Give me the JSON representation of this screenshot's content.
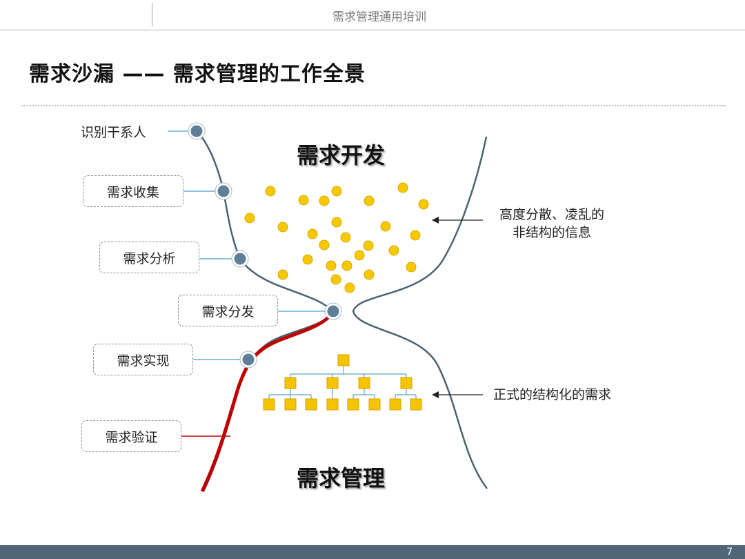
{
  "header": {
    "title": "需求管理通用培训"
  },
  "slide": {
    "title": "需求沙漏 —— 需求管理的工作全景",
    "page_number": "7"
  },
  "diagram": {
    "top_label": "需求开发",
    "bottom_label": "需求管理",
    "stages": [
      {
        "label": "识别干系人"
      },
      {
        "label": "需求收集"
      },
      {
        "label": "需求分析"
      },
      {
        "label": "需求分发"
      },
      {
        "label": "需求实现"
      },
      {
        "label": "需求验证"
      }
    ],
    "annotations": {
      "unstructured_line1": "高度分散、凌乱的",
      "unstructured_line2": "非结构的信息",
      "structured": "正式的结构化的需求"
    },
    "colors": {
      "curve": "#4a6272",
      "highlight": "#c00000",
      "dot_fill": "#f5c800",
      "node_fill": "#5f7f96",
      "tree_fill": "#f5c400",
      "footer": "#4e6677"
    }
  }
}
